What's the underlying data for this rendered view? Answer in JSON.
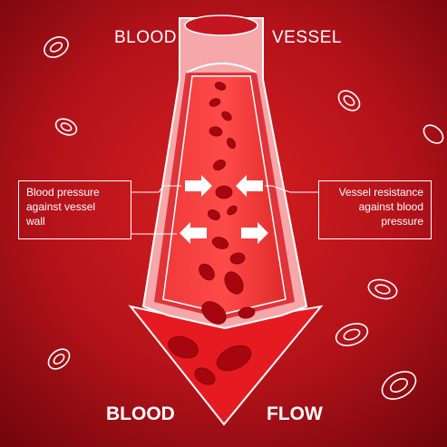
{
  "title": {
    "left": "BLOOD",
    "right": "VESSEL"
  },
  "bottom": {
    "left": "BLOOD",
    "right": "FLOW"
  },
  "callouts": {
    "left": [
      "Blood pressure",
      "against vessel",
      "wall"
    ],
    "right": [
      "Vessel resistance",
      "against blood",
      "pressure"
    ]
  },
  "colors": {
    "background_center": "#d71f1f",
    "background_edge": "#6e050a",
    "vessel_wall": "#f5a7a9",
    "cell": "#b3070f",
    "arrow": "#e61b21",
    "white": "#ffffff"
  }
}
